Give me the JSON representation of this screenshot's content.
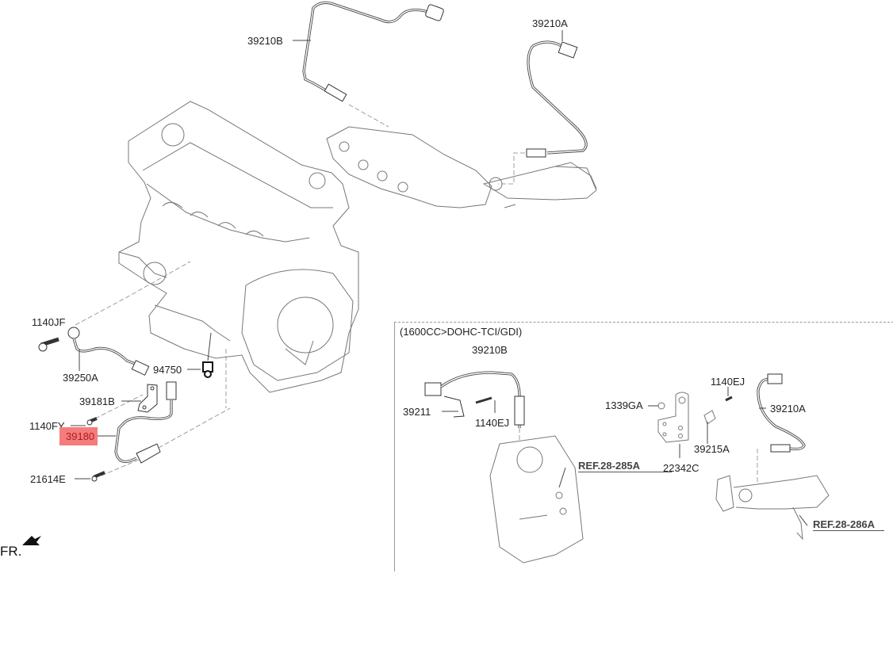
{
  "diagram": {
    "type": "exploded-parts-diagram",
    "orientation_label": "FR.",
    "highlighted_part": "39180",
    "highlight_color": "#f47c7c"
  },
  "main_group": {
    "parts": [
      {
        "id": "39210B",
        "label": "39210B"
      },
      {
        "id": "39210A",
        "label": "39210A"
      },
      {
        "id": "1140JF",
        "label": "1140JF"
      },
      {
        "id": "39250A",
        "label": "39250A"
      },
      {
        "id": "94750",
        "label": "94750"
      },
      {
        "id": "39181B",
        "label": "39181B"
      },
      {
        "id": "1140FY",
        "label": "1140FY"
      },
      {
        "id": "39180",
        "label": "39180"
      },
      {
        "id": "21614E",
        "label": "21614E"
      }
    ]
  },
  "variant_group": {
    "title": "(1600CC>DOHC-TCI/GDI)",
    "parts": [
      {
        "id": "39210B",
        "label": "39210B"
      },
      {
        "id": "39211",
        "label": "39211"
      },
      {
        "id": "1140EJ_a",
        "label": "1140EJ"
      },
      {
        "id": "1339GA",
        "label": "1339GA"
      },
      {
        "id": "1140EJ_b",
        "label": "1140EJ"
      },
      {
        "id": "39210A",
        "label": "39210A"
      },
      {
        "id": "22342C",
        "label": "22342C"
      },
      {
        "id": "39215A",
        "label": "39215A"
      }
    ],
    "references": [
      {
        "label": "REF.28-285A"
      },
      {
        "label": "REF.28-286A"
      }
    ]
  }
}
